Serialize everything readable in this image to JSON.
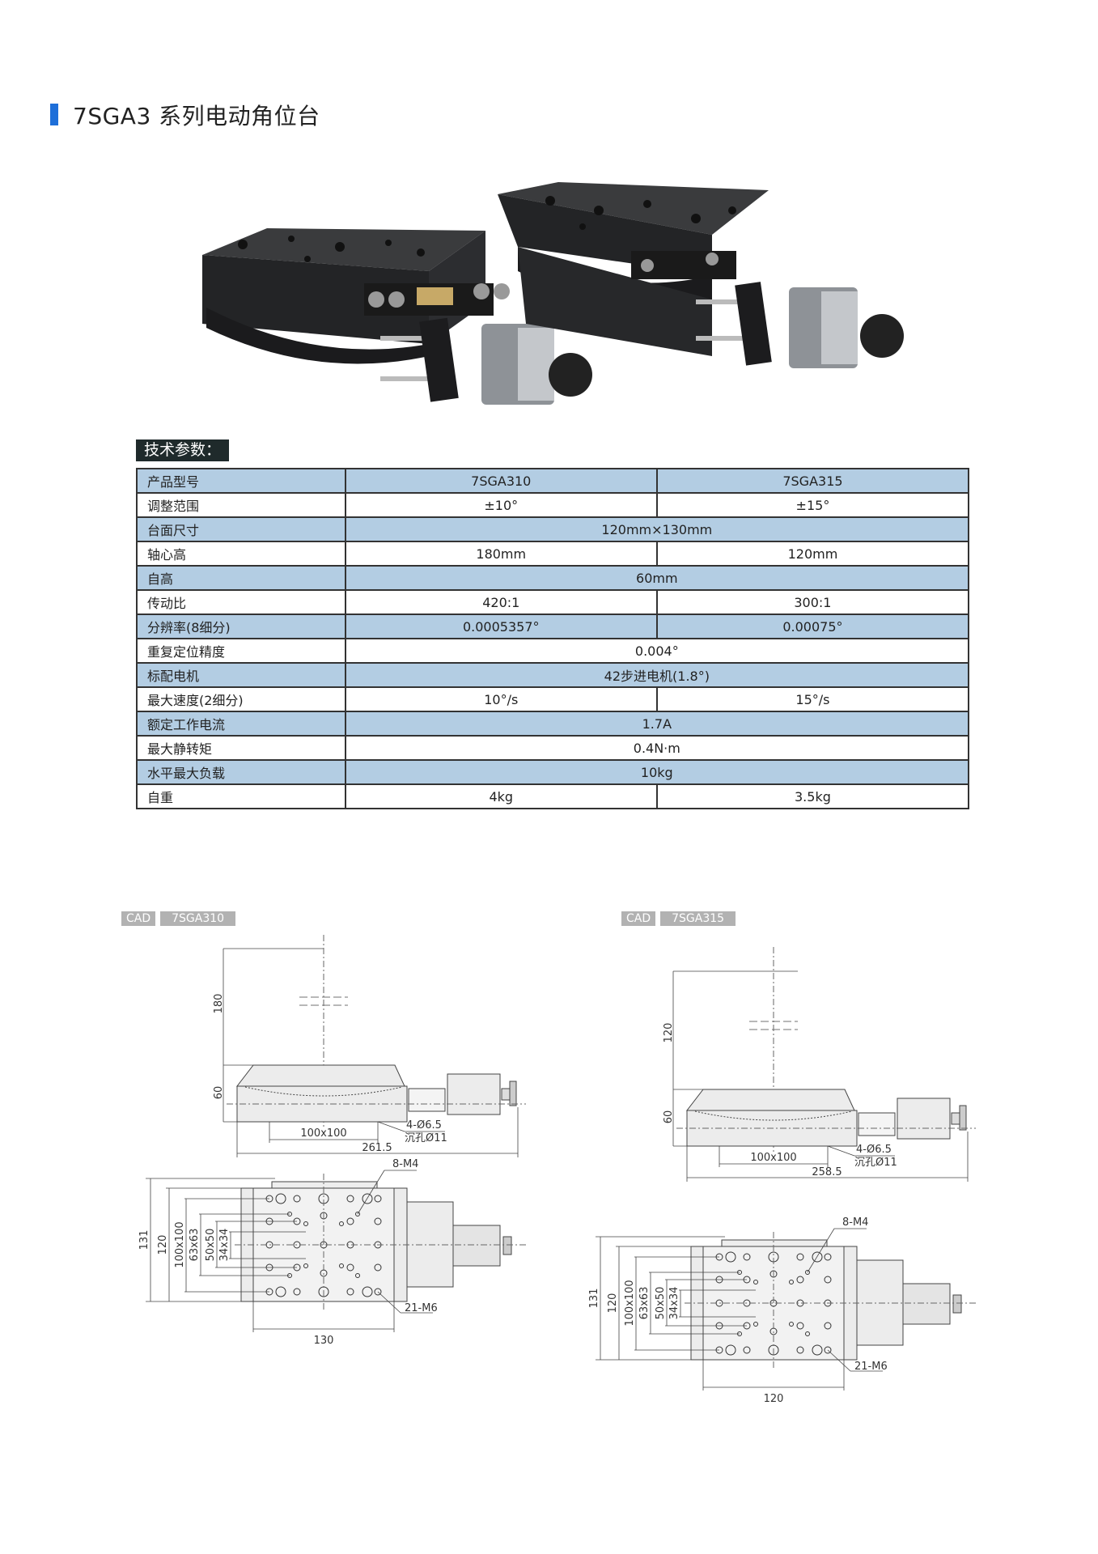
{
  "title": "7SGA3 系列电动角位台",
  "accent": "#1e6fd9",
  "specs": {
    "label": "技术参数：",
    "rows": [
      {
        "label": "产品型号",
        "values": [
          "7SGA310",
          "7SGA315"
        ]
      },
      {
        "label": "调整范围",
        "values": [
          "±10°",
          "±15°"
        ]
      },
      {
        "label": "台面尺寸",
        "values": [
          "120mm×130mm"
        ]
      },
      {
        "label": "轴心高",
        "values": [
          "180mm",
          "120mm"
        ]
      },
      {
        "label": "自高",
        "values": [
          "60mm"
        ]
      },
      {
        "label": "传动比",
        "values": [
          "420:1",
          "300:1"
        ]
      },
      {
        "label": "分辨率(8细分)",
        "values": [
          "0.0005357°",
          "0.00075°"
        ]
      },
      {
        "label": "重复定位精度",
        "values": [
          "0.004°"
        ]
      },
      {
        "label": "标配电机",
        "values": [
          "42步进电机(1.8°)"
        ]
      },
      {
        "label": "最大速度(2细分)",
        "values": [
          "10°/s",
          "15°/s"
        ]
      },
      {
        "label": "额定工作电流",
        "values": [
          "1.7A"
        ]
      },
      {
        "label": "最大静转矩",
        "values": [
          "0.4N·m"
        ]
      },
      {
        "label": "水平最大负载",
        "values": [
          "10kg"
        ]
      },
      {
        "label": "自重",
        "values": [
          "4kg",
          "3.5kg"
        ]
      }
    ]
  },
  "cad": [
    {
      "tag": "CAD",
      "model": "7SGA310",
      "labels": {
        "axis_height": "180",
        "self_height": "60",
        "mount": "100x100",
        "hole": "4-Ø6.5",
        "counterbore": "沉孔Ø11",
        "length": "261.5",
        "m4": "8-M4",
        "m6": "21-M6",
        "w131": "131",
        "w120": "120",
        "g100": "100x100",
        "g63": "63x63",
        "g50": "50x50",
        "g34": "34x34",
        "table_len": "130"
      }
    },
    {
      "tag": "CAD",
      "model": "7SGA315",
      "labels": {
        "axis_height": "120",
        "self_height": "60",
        "mount": "100x100",
        "hole": "4-Ø6.5",
        "counterbore": "沉孔Ø11",
        "length": "258.5",
        "m4": "8-M4",
        "m6": "21-M6",
        "w131": "131",
        "w120": "120",
        "g100": "100x100",
        "g63": "63x63",
        "g50": "50x50",
        "g34": "34x34",
        "table_len": "120"
      }
    }
  ]
}
